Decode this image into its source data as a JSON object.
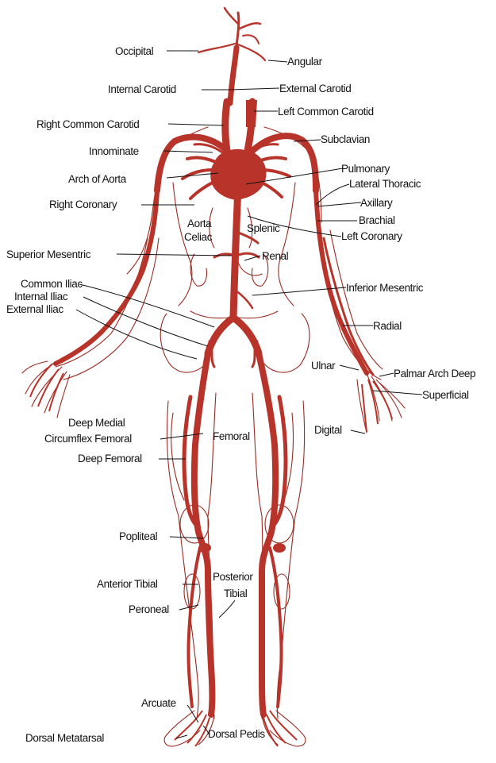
{
  "colors": {
    "artery": "#b8342a",
    "outline": "#9a2a22",
    "label": "#111111",
    "background": "#ffffff"
  },
  "labels": {
    "occipital": "Occipital",
    "angular": "Angular",
    "internal_carotid": "Internal Carotid",
    "external_carotid": "External Carotid",
    "left_common_carotid": "Left Common Carotid",
    "right_common_carotid": "Right Common Carotid",
    "subclavian": "Subclavian",
    "innominate": "Innominate",
    "pulmonary": "Pulmonary",
    "arch_of_aorta": "Arch of Aorta",
    "lateral_thoracic": "Lateral Thoracic",
    "axillary": "Axillary",
    "right_coronary": "Right Coronary",
    "brachial": "Brachial",
    "aorta": "Aorta",
    "celiac": "Celiac",
    "splenic": "Splenic",
    "left_coronary": "Left Coronary",
    "superior_mesentric": "Superior Mesentric",
    "renal": "Renal",
    "common_iliac": "Common Iliac",
    "internal_iliac": "Internal Iliac",
    "external_iliac": "External Iliac",
    "inferior_mesentric": "Inferior Mesentric",
    "radial": "Radial",
    "ulnar": "Ulnar",
    "palmar_arch_deep": "Palmar Arch Deep",
    "superficial": "Superficial",
    "deep_medial": "Deep Medial",
    "circumflex_femoral": "Circumflex Femoral",
    "femoral": "Femoral",
    "digital": "Digital",
    "deep_femoral": "Deep Femoral",
    "popliteal": "Popliteal",
    "posterior": "Posterior",
    "tibial": "Tibial",
    "anterior_tibial": "Anterior Tibial",
    "peroneal": "Peroneal",
    "arcuate": "Arcuate",
    "dorsal_metatarsal": "Dorsal Metatarsal",
    "dorsal_pedis": "Dorsal Pedis"
  }
}
